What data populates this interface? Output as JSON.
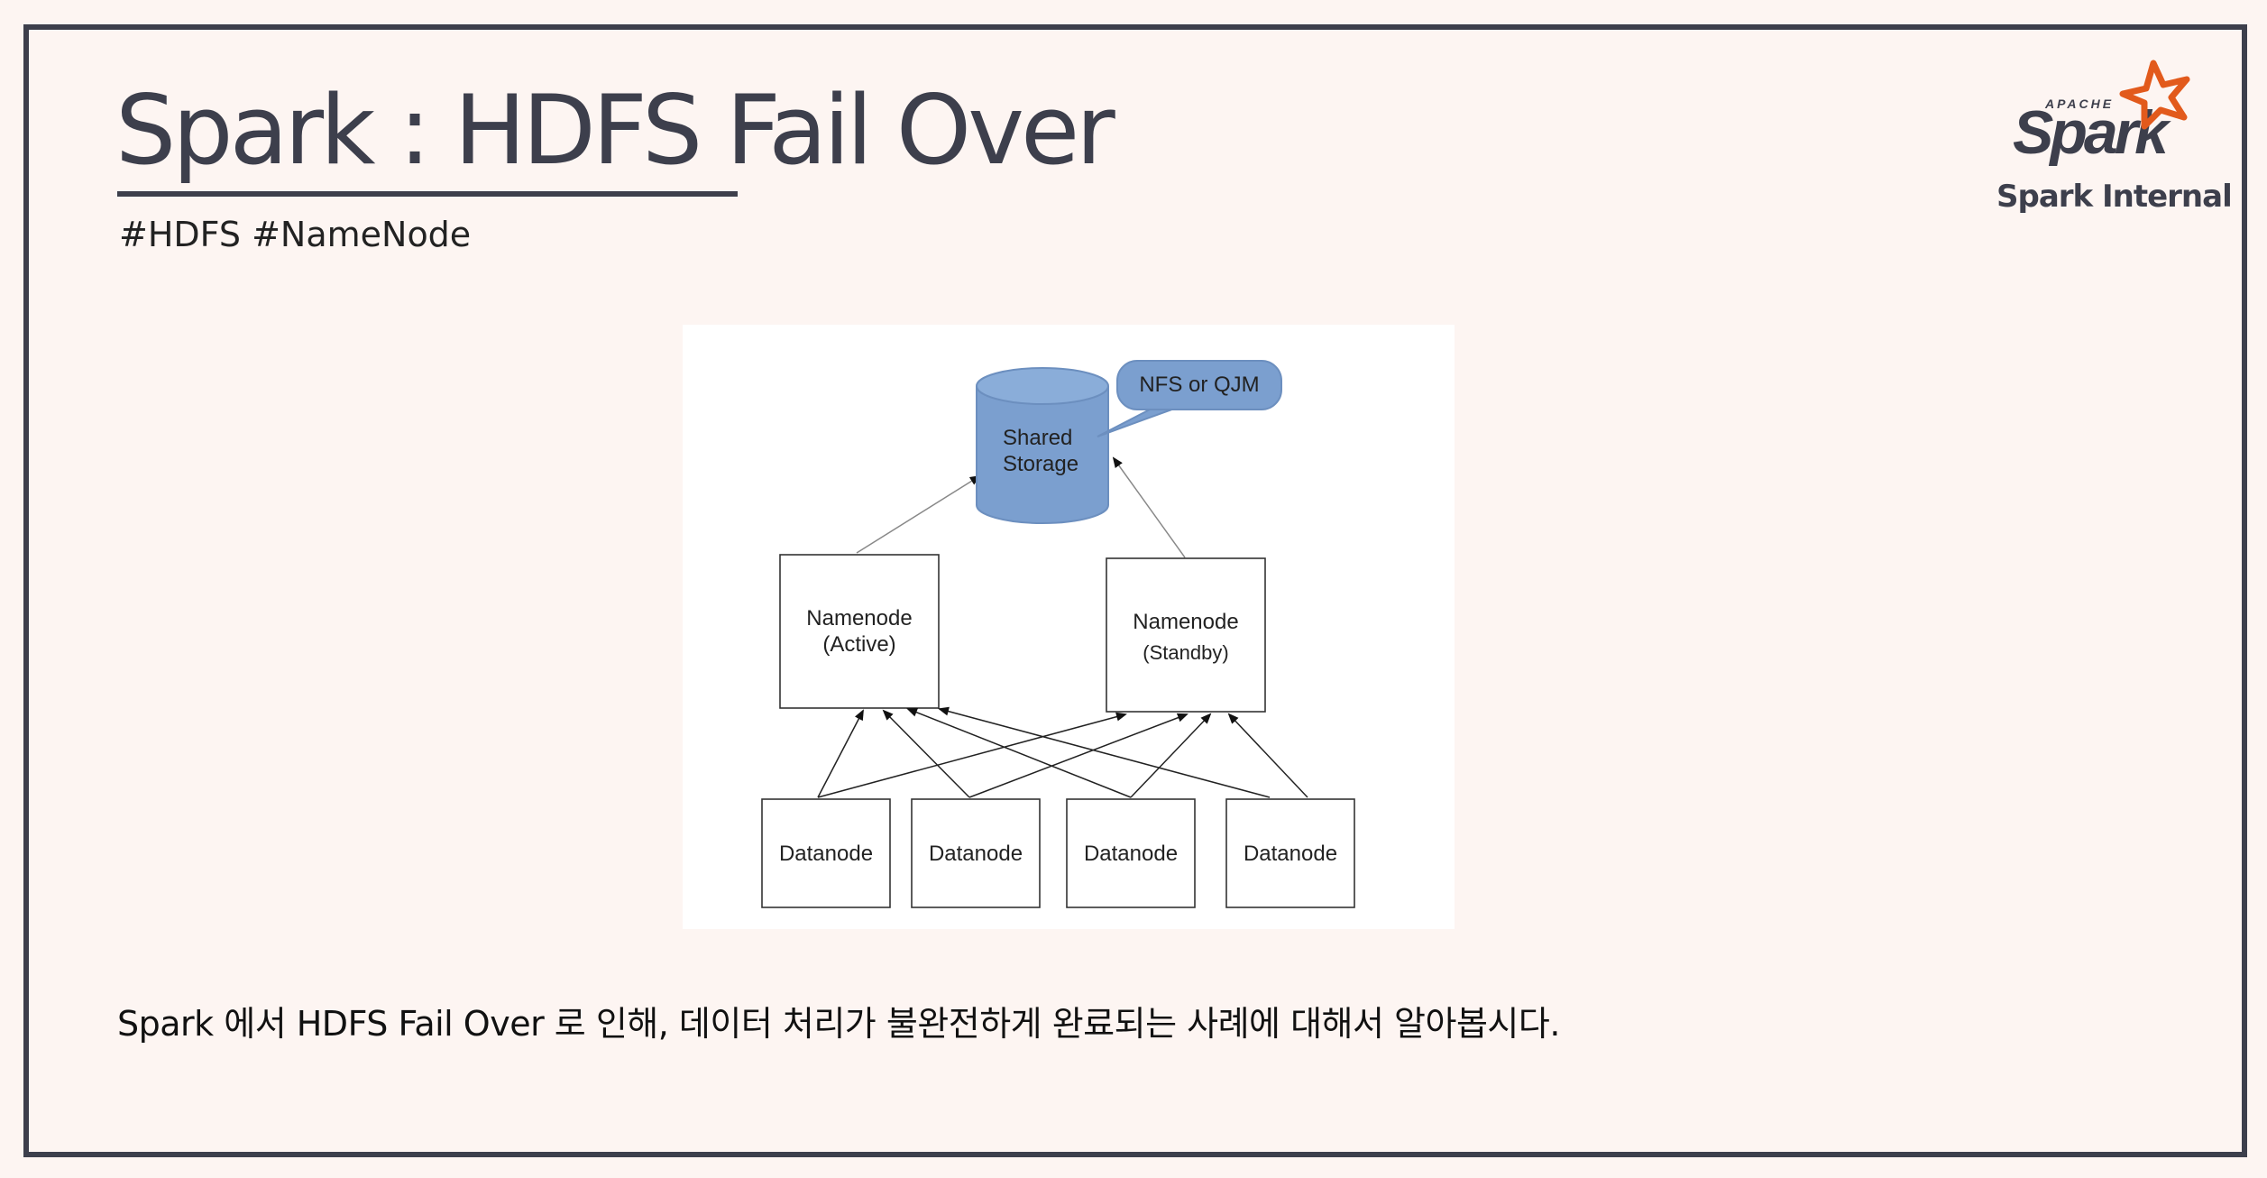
{
  "slide": {
    "title": "Spark : HDFS Fail Over",
    "tags": "#HDFS #NameNode",
    "caption": "Spark 에서 HDFS Fail Over 로 인해, 데이터 처리가 불완전하게 완료되는 사례에 대해서 알아봅시다."
  },
  "logo": {
    "apache_label": "APACHE",
    "spark_label": "Spark",
    "subtitle": "Spark Internal",
    "star_color": "#e25a1c",
    "text_color": "#3d3f4c"
  },
  "diagram": {
    "storage": {
      "line1": "Shared",
      "line2": "Storage",
      "fill": "#7b9fcf"
    },
    "callout": "NFS or QJM",
    "namenodes": [
      {
        "label": "Namenode",
        "state": "(Active)"
      },
      {
        "label": "Namenode",
        "state": "(Standby)"
      }
    ],
    "datanodes": [
      "Datanode",
      "Datanode",
      "Datanode",
      "Datanode"
    ]
  }
}
